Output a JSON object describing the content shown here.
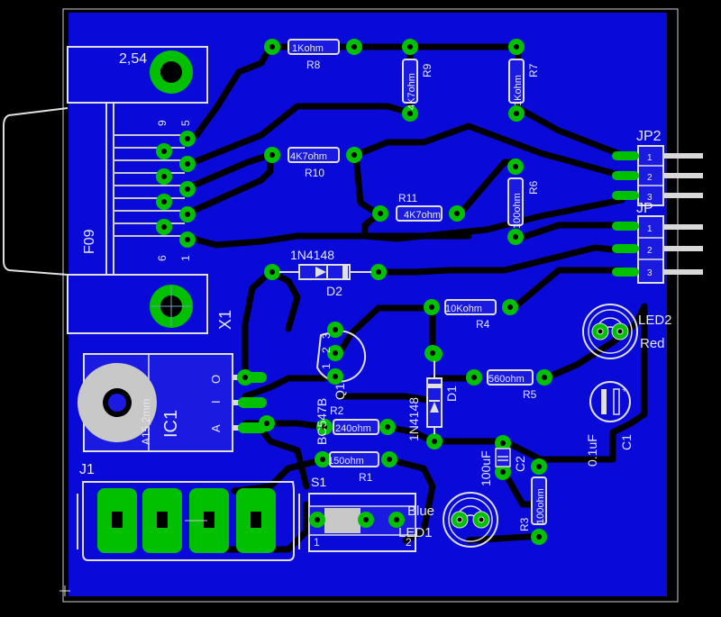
{
  "board": {
    "colors": {
      "background": "#000000",
      "copper": "#0a0ad8",
      "trace_clear": "#000000",
      "pad": "#00c000",
      "silk": "#e0e0e0",
      "pad_cross": "#6fa0c0"
    }
  },
  "labels": {
    "x1_pitch": "2,54",
    "r8_value": "1Kohm",
    "r8_name": "R8",
    "r9_value": "4K7ohm",
    "r9_name": "R9",
    "r7_value": "1Kohm",
    "r7_name": "R7",
    "r10_value": "4K7ohm",
    "r10_name": "R10",
    "r11_name": "R11",
    "r11_value": "4K7ohm",
    "r6_value": "100ohm",
    "r6_name": "R6",
    "jp2_name": "JP2",
    "jp_name": "JP",
    "jp2_pins": [
      "1",
      "2",
      "3"
    ],
    "jp_pins": [
      "1",
      "2",
      "3"
    ],
    "d2_value": "1N4148",
    "d2_name": "D2",
    "r4_value": "10Kohm",
    "r4_name": "R4",
    "x1_pin9": "9",
    "x1_pin5": "5",
    "x1_pin6": "6",
    "x1_pin1": "1",
    "x1_type": "F09",
    "x1_name": "X1",
    "led2_name": "LED2",
    "led2_color": "Red",
    "q1_name": "Q1",
    "q1_value": "BC547B",
    "q1_pins": [
      "1",
      "2",
      "3"
    ],
    "r5_value": "560ohm",
    "r5_name": "R5",
    "d1_value": "1N4148",
    "d1_name": "D1",
    "c1_value": "0.1uF",
    "c1_name": "C1",
    "ic1_name": "IC1",
    "ic1_package": "A15,2mm",
    "ic1_pin_o": "O",
    "ic1_pin_i": "I",
    "ic1_pin_a": "A",
    "r2_value": "240ohm",
    "r2_name": "R2",
    "r1_value": "150ohm",
    "r1_name": "R1",
    "c2_value": "100uF",
    "c2_name": "C2",
    "r3_value": "100ohm",
    "r3_name": "R3",
    "j1_name": "J1",
    "s1_name": "S1",
    "s1_pin1": "1",
    "s1_pin2": "2",
    "led1_color": "Blue",
    "led1_name": "LED1"
  }
}
